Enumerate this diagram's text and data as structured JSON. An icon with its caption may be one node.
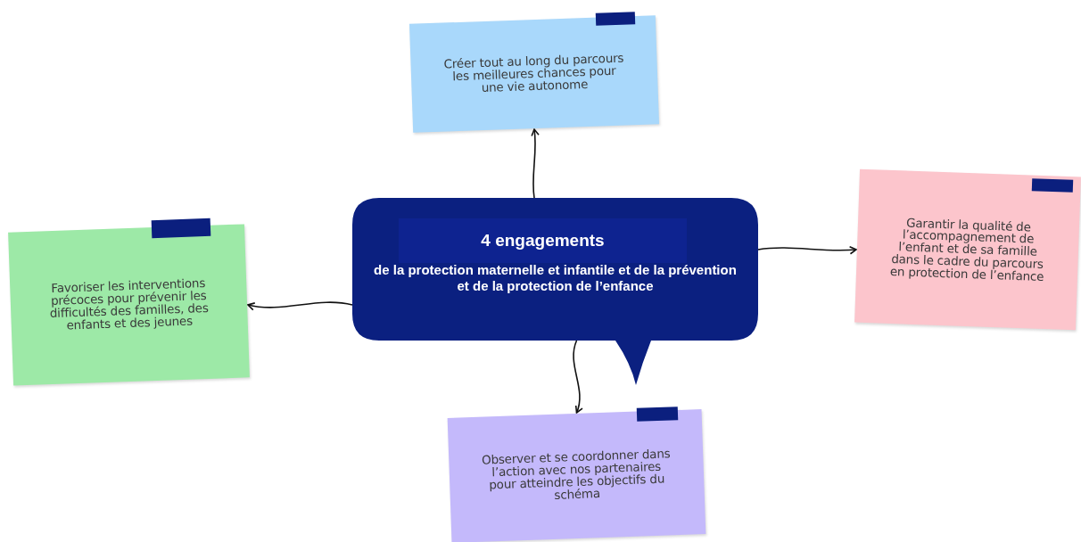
{
  "diagram": {
    "nodes": [
      {
        "text": [
          "4 engagements",
          "de la protection maternelle et infantile et de la prévention et de la protection de l’enfance"
        ]
      },
      {
        "text": [
          "Créer tout au long du parcours les meilleures chances pour une vie autonome"
        ]
      },
      {
        "text": [
          "Favoriser les interventions précoces pour prévenir les difficultés des familles, des enfants et des jeunes"
        ]
      },
      {
        "text": [
          "Garantir la qualité de l’accompagnement de l’enfant et de sa famille dans le cadre du parcours en protection de l’enfance"
        ]
      },
      {
        "text": [
          "Observer et se coordonner dans l’action avec nos partenaires pour atteindre les objectifs du schéma"
        ]
      }
    ],
    "edges": [
      {
        "from": 0,
        "to": 1,
        "arrow": "to"
      },
      {
        "from": 0,
        "to": 2,
        "arrow": "to"
      },
      {
        "from": 0,
        "to": 3,
        "arrow": "to"
      },
      {
        "from": 0,
        "to": 4,
        "arrow": "to"
      }
    ]
  }
}
